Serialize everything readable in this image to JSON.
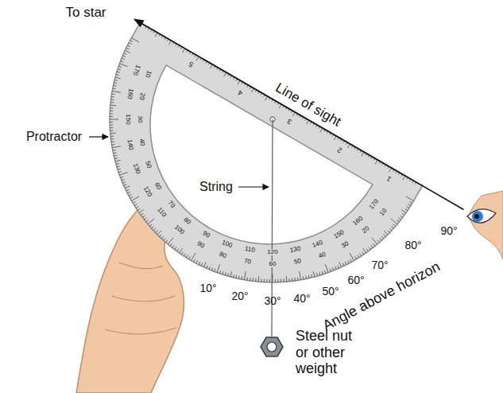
{
  "diagram": {
    "labels": [
      "To star",
      "Line of sight",
      "Protractor",
      "String",
      "Steel nut or other weight",
      "10°",
      "20°",
      "30°",
      "40°",
      "50°",
      "60°",
      "70°",
      "80°",
      "90°",
      "Angle above horizon",
      "1",
      "2",
      "3",
      "4",
      "5",
      "10",
      "20",
      "30",
      "40",
      "50",
      "60",
      "70",
      "80",
      "90",
      "100",
      "110",
      "120",
      "130",
      "140",
      "150",
      "160",
      "170",
      "170",
      "160",
      "150",
      "140",
      "130",
      "120",
      "110",
      "100",
      "90",
      "80",
      "70",
      "60",
      "50",
      "40",
      "30",
      "20",
      "10"
    ]
  }
}
